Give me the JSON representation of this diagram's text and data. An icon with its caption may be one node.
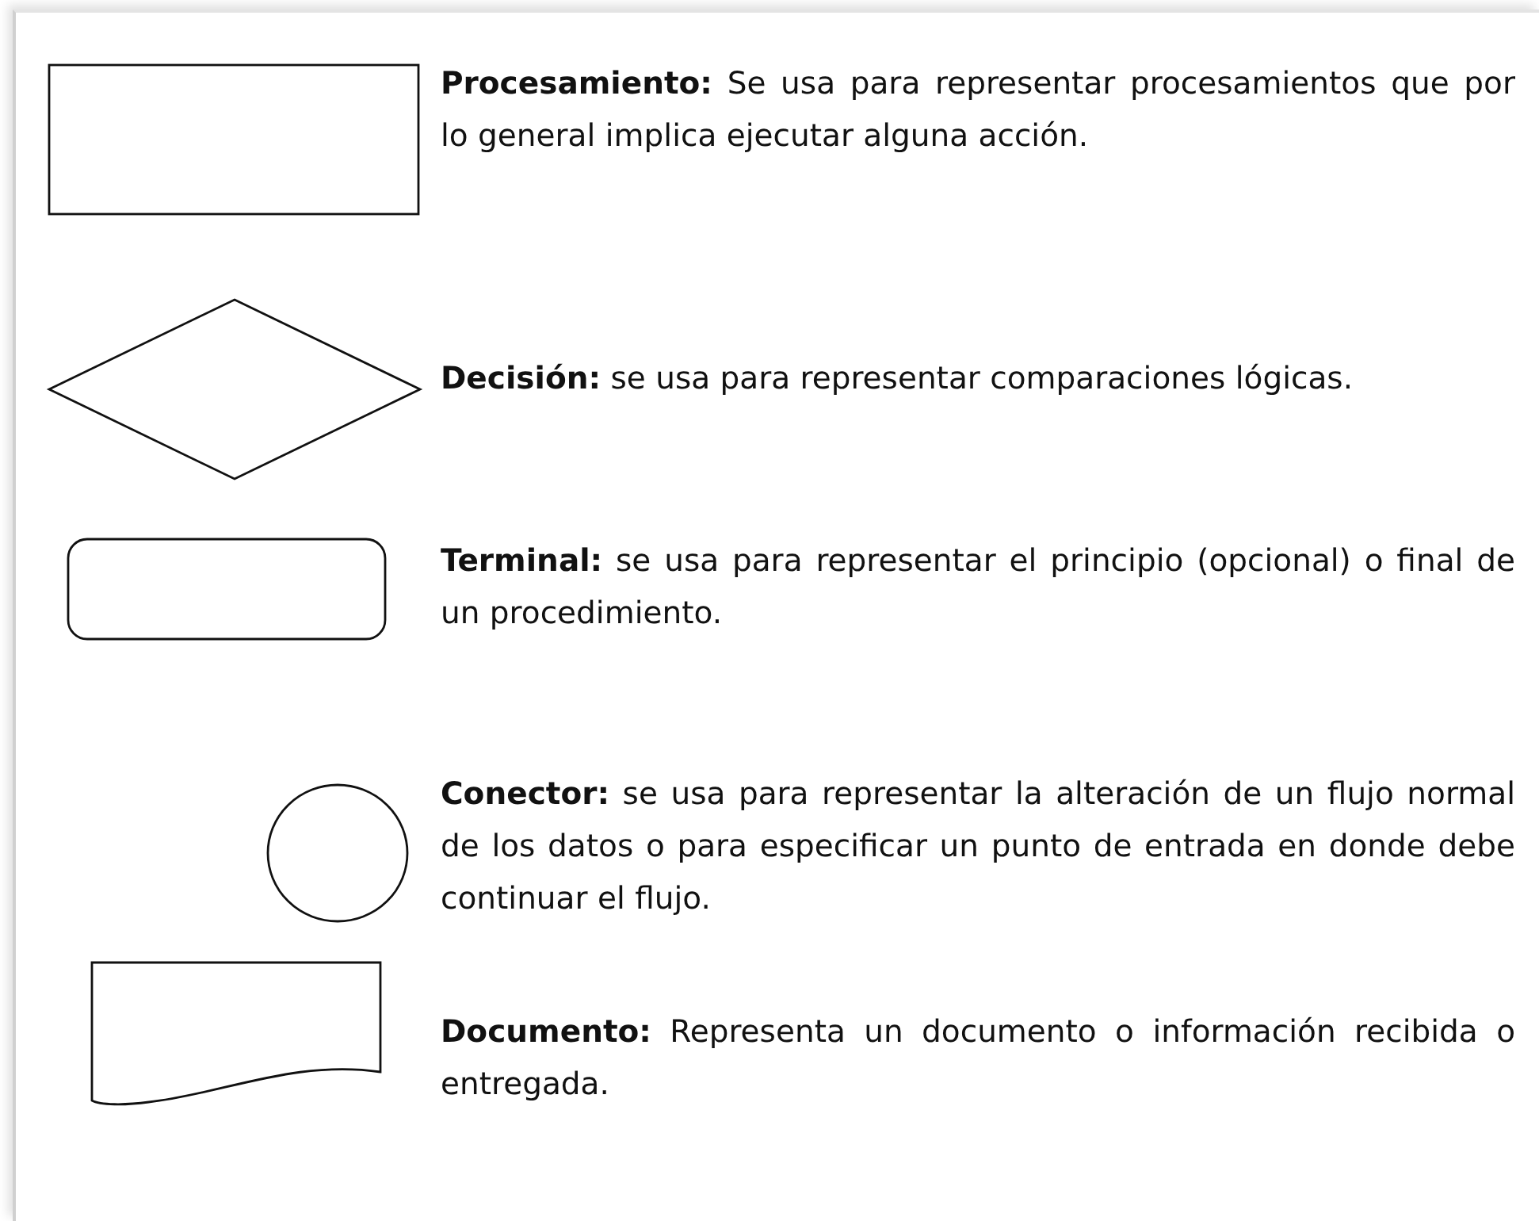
{
  "diagram": {
    "nodes": [
      {
        "text": [],
        "shape": "box",
        "beside": [
          "**Procesamiento:** Se usa para representar procesamientos que por lo general implica ejecutar alguna acción."
        ]
      },
      {
        "text": [],
        "shape": "diamond",
        "beside": [
          "**Decisión:** se usa para representar comparaciones lógicas."
        ]
      },
      {
        "text": [],
        "shape": "rounded",
        "beside": [
          "**Terminal:** se usa para representar el principio (opcional) o final de un procedimiento."
        ]
      },
      {
        "text": [],
        "shape": "circle",
        "beside": [
          "**Conector:** se usa para representar la alteración de un flujo normal de los datos o para especificar un punto de entrada en donde debe continuar el flujo."
        ]
      },
      {
        "text": [],
        "shape": "document",
        "beside": [
          "**Documento:** Representa un documento o información recibida o entregada."
        ]
      }
    ]
  }
}
